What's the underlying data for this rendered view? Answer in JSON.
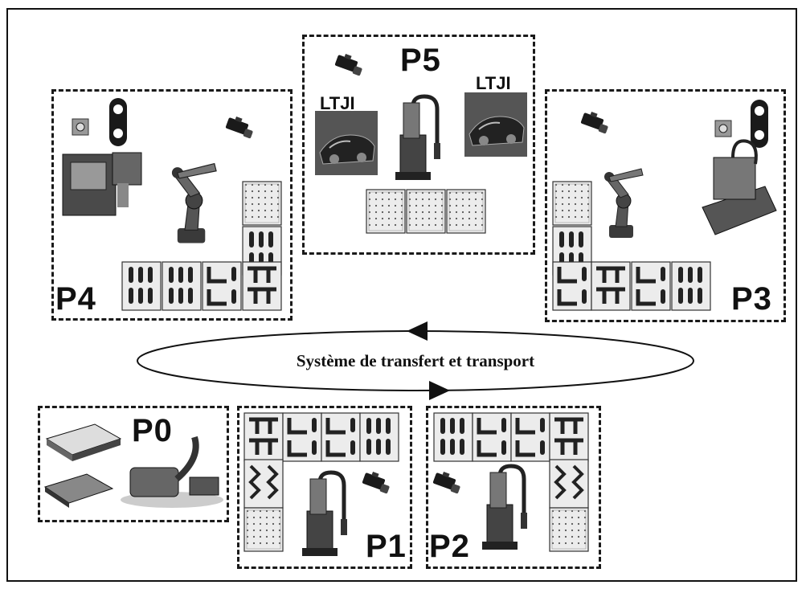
{
  "diagram": {
    "transport_loop": {
      "label": "Système de transfert et transport"
    },
    "stations": [
      {
        "id": "P0",
        "label": "P0"
      },
      {
        "id": "P1",
        "label": "P1"
      },
      {
        "id": "P2",
        "label": "P2"
      },
      {
        "id": "P3",
        "label": "P3"
      },
      {
        "id": "P4",
        "label": "P4"
      },
      {
        "id": "P5",
        "label": "P5"
      }
    ],
    "icons": {
      "camera": "camera-icon",
      "robot": "robot-arm-icon",
      "conveyor": "conveyor-module-icon",
      "machine": "machining-center-icon",
      "dispenser": "dispensing-machine-icon",
      "pallet": "pallet-icon",
      "part": "car-part-icon",
      "light": "signal-light-icon",
      "button": "push-button-icon",
      "logo": "ltji-logo"
    },
    "logo_text": "LTJI",
    "colors": {
      "line": "#111111",
      "dashed_border": "#1a1a1a",
      "module_fill": "#e9e9e9"
    }
  }
}
